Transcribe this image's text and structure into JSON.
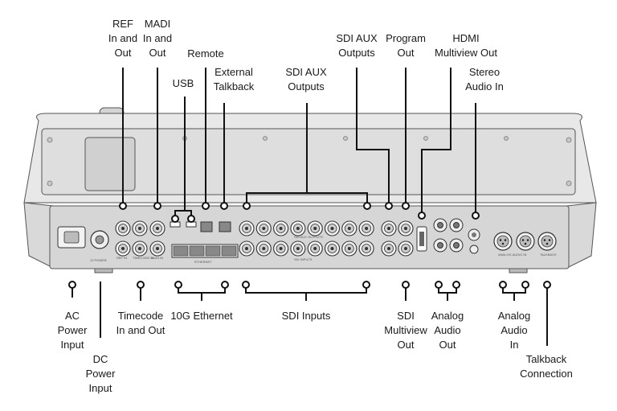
{
  "labels": {
    "top": {
      "ref": [
        "REF",
        "In and",
        "Out"
      ],
      "madi": [
        "MADI",
        "In and",
        "Out"
      ],
      "remote": [
        "Remote"
      ],
      "usb": [
        "USB"
      ],
      "talkback": [
        "External",
        "Talkback"
      ],
      "sdi_aux_left": [
        "SDI AUX",
        "Outputs"
      ],
      "sdi_aux_right": [
        "SDI AUX",
        "Outputs"
      ],
      "program": [
        "Program",
        "Out"
      ],
      "hdmi": [
        "HDMI",
        "Multiview Out"
      ],
      "stereo": [
        "Stereo",
        "Audio In"
      ]
    },
    "bottom": {
      "ac": [
        "AC",
        "Power",
        "Input"
      ],
      "dc": [
        "DC",
        "Power",
        "Input"
      ],
      "timecode": [
        "Timecode",
        "In and Out"
      ],
      "ethernet": [
        "10G Ethernet"
      ],
      "sdi_inputs": [
        "SDI Inputs"
      ],
      "sdi_multiview": [
        "SDI",
        "Multiview",
        "Out"
      ],
      "analog_out": [
        "Analog",
        "Audio",
        "Out"
      ],
      "analog_in": [
        "Analog",
        "Audio",
        "In"
      ],
      "talkback_conn": [
        "Talkback",
        "Connection"
      ]
    }
  },
  "panel_marks": {
    "power": "12 POWER",
    "ref_in": "REF IN",
    "timecode_in": "TIMECODE IN",
    "madi_in": "MADI IN",
    "ethernet": "ETHERNET",
    "sdi_inputs": "SDI INPUTS",
    "sdi_aux": "SDI AUX OUTPUTS",
    "talkback": "TALKBACK",
    "analog_audio_in": "ANALOG AUDIO IN"
  },
  "colors": {
    "line": "#111111",
    "device_outline": "#555555",
    "device_fill": "#e8e8e8",
    "panel_fill": "#d7d7d7",
    "text": "#1a1a1a"
  }
}
